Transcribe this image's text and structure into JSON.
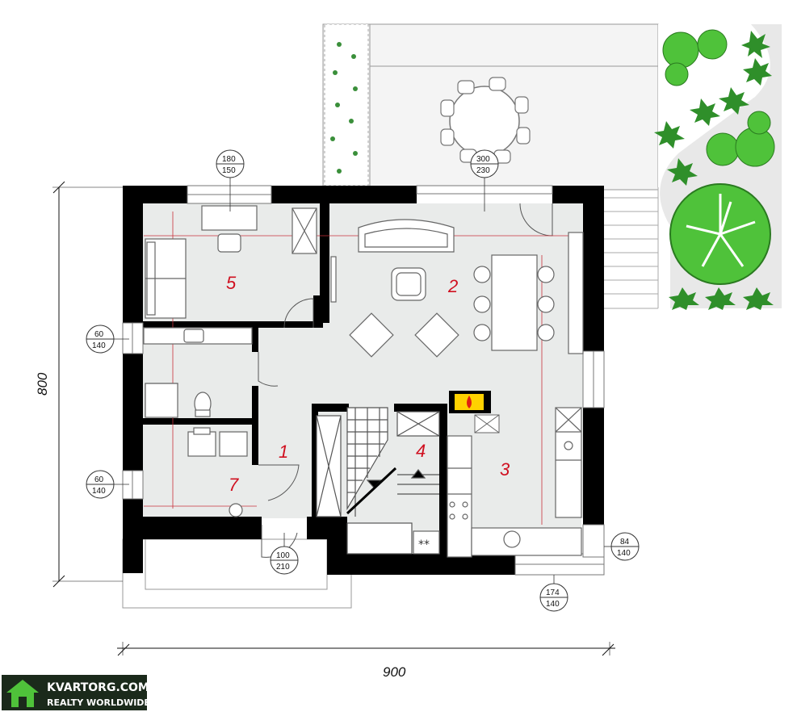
{
  "rooms": [
    {
      "number": "1"
    },
    {
      "number": "2"
    },
    {
      "number": "3"
    },
    {
      "number": "4"
    },
    {
      "number": "5"
    },
    {
      "number": "7"
    }
  ],
  "dimensions": {
    "height": "800",
    "width": "900"
  },
  "openings": [
    {
      "top": "180",
      "bottom": "150"
    },
    {
      "top": "300",
      "bottom": "230"
    },
    {
      "top": "60",
      "bottom": "140"
    },
    {
      "top": "60",
      "bottom": "140"
    },
    {
      "top": "100",
      "bottom": "210"
    },
    {
      "top": "84",
      "bottom": "140"
    },
    {
      "top": "174",
      "bottom": "140"
    }
  ],
  "watermark": {
    "title": "KVARTORG.COM",
    "subtitle": "REALTY WORLDWIDE"
  },
  "colors": {
    "wall": "#000000",
    "floor": "#e9ebea",
    "room_number": "#d01020",
    "dimension_line": "#c8323c",
    "greenery": "#4fc23a",
    "fireplace": "#ffd200"
  }
}
